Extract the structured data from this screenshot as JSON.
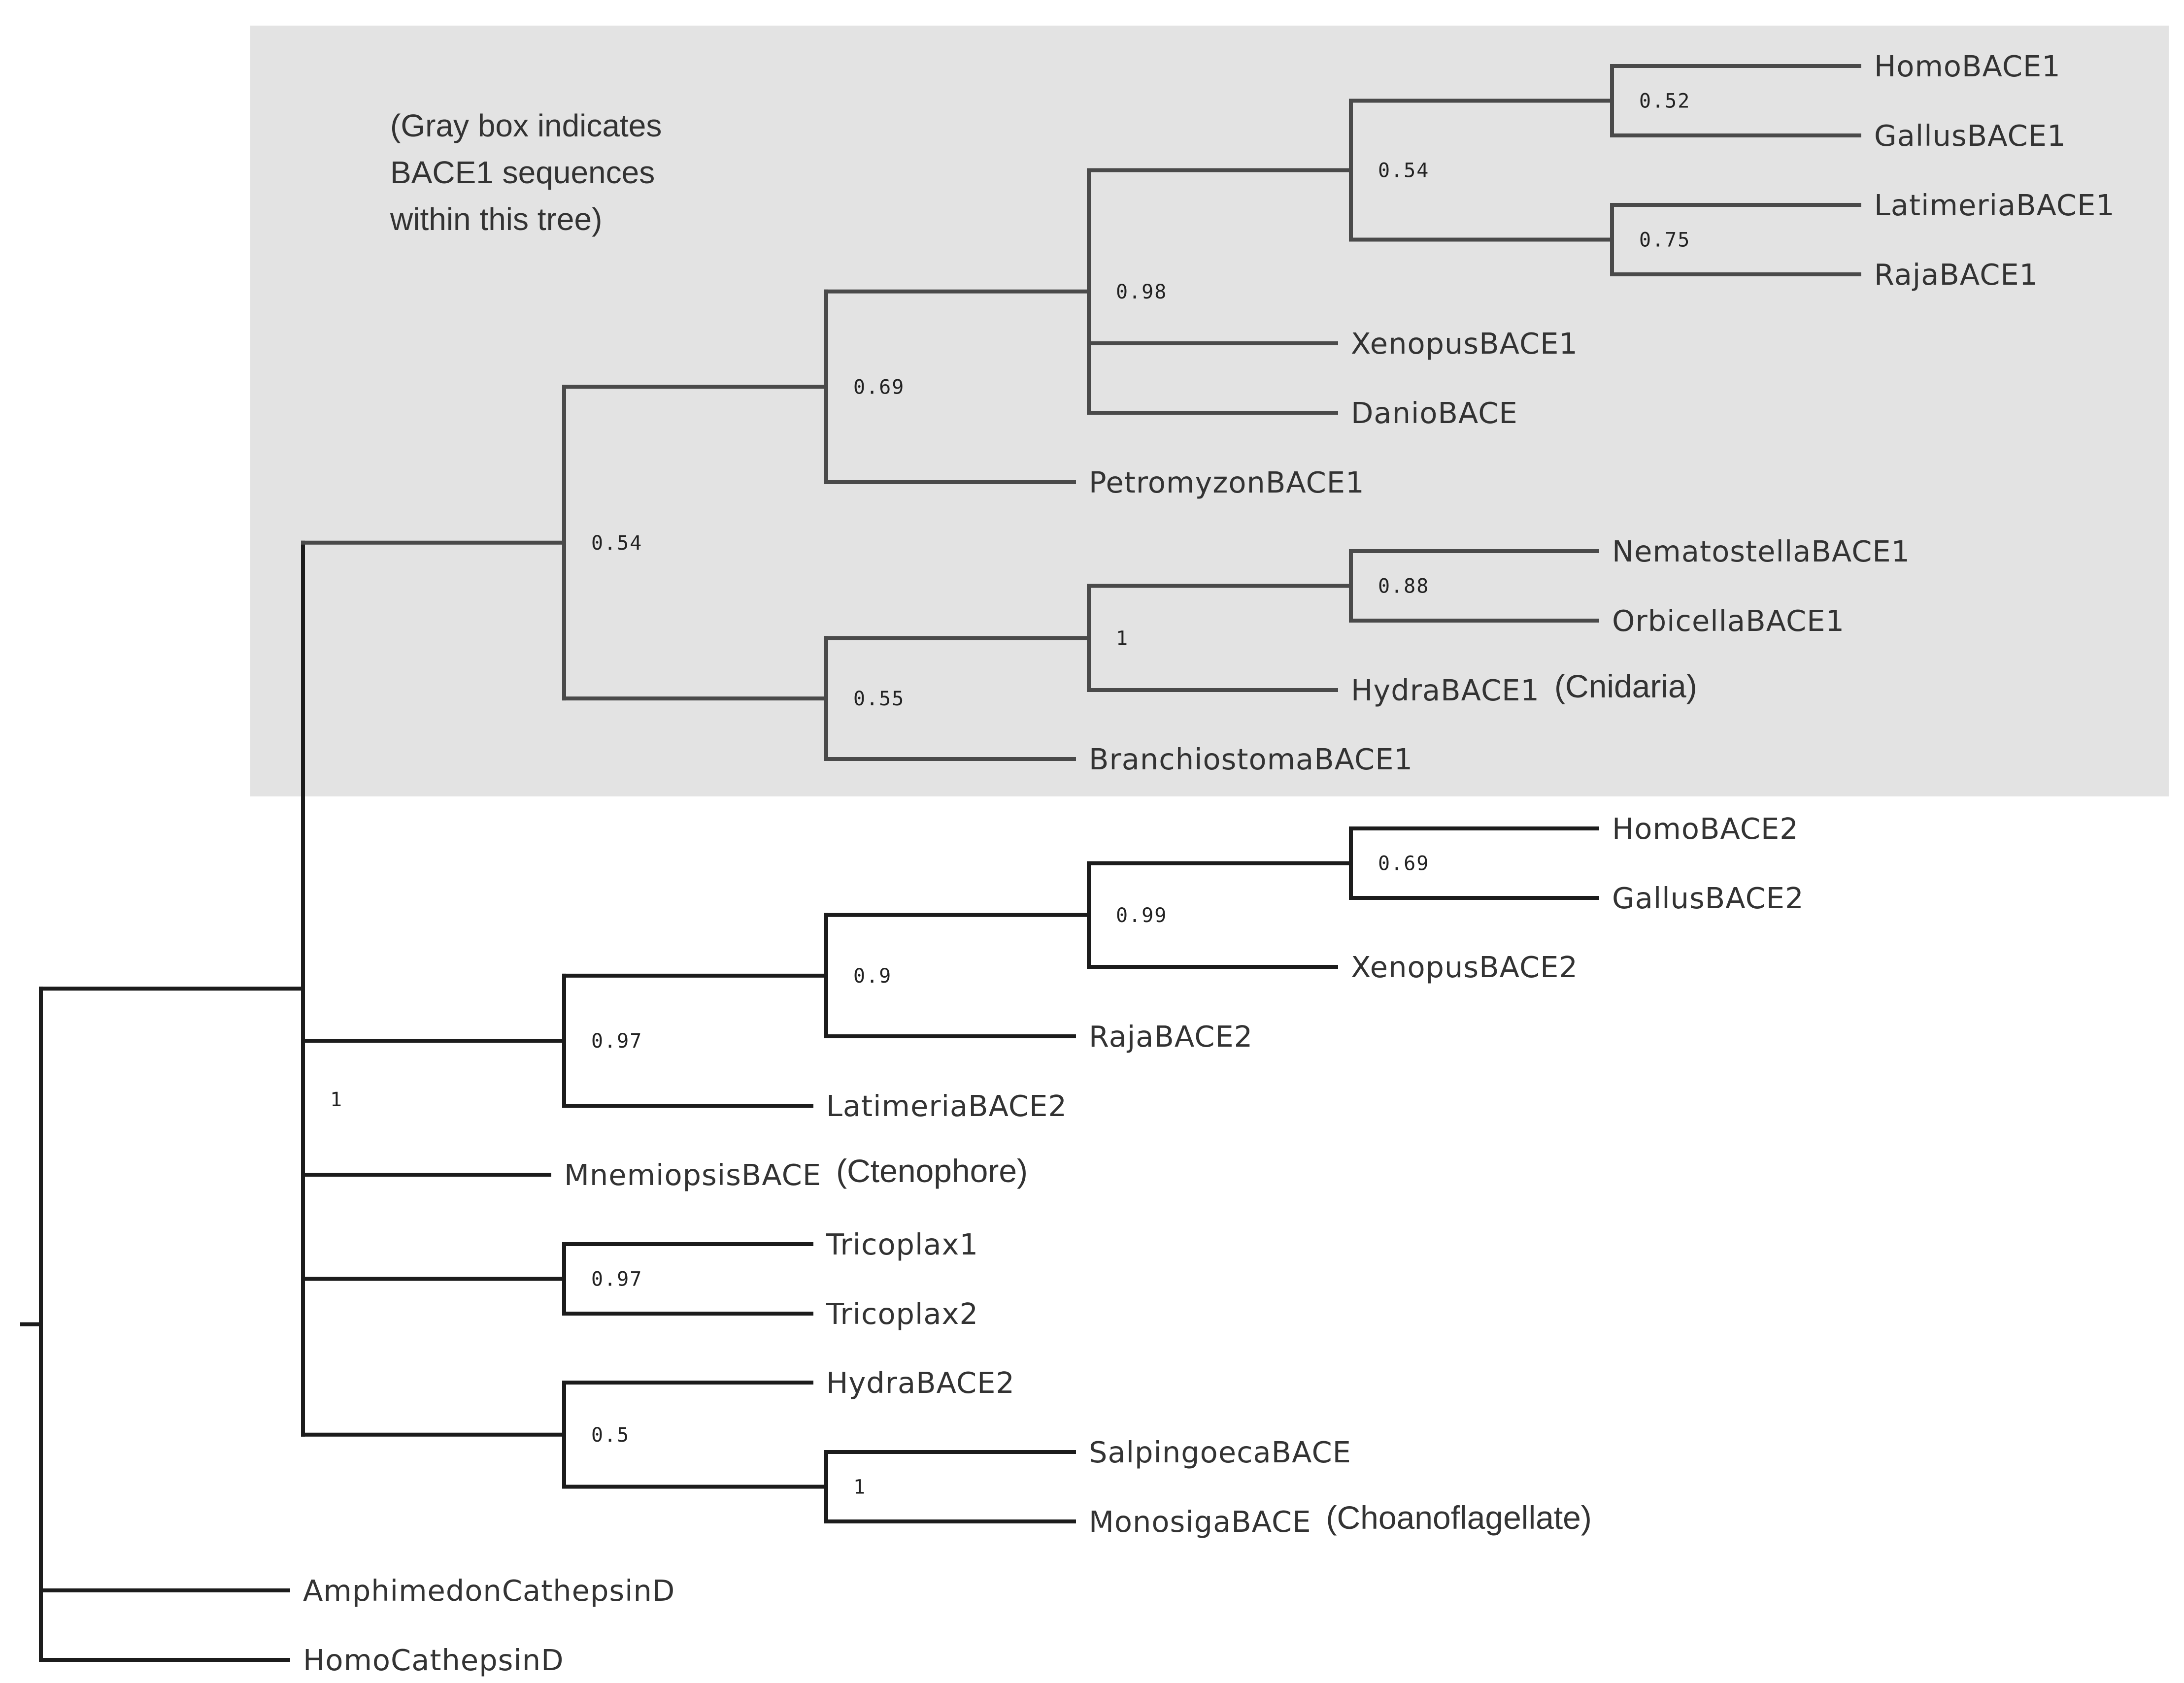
{
  "highlight": {
    "note_lines": [
      "(Gray box indicates",
      "BACE1 sequences",
      "within this tree)"
    ],
    "fill": "#e3e3e3"
  },
  "colors": {
    "branch": "#1c1c1c",
    "branch_in_box": "#4a4a4a",
    "text": "#333333"
  },
  "leaves": [
    {
      "id": "homobace1",
      "label": "HomoBACE1"
    },
    {
      "id": "gallusbace1",
      "label": "GallusBACE1"
    },
    {
      "id": "latimeriabace1",
      "label": "LatimeriaBACE1"
    },
    {
      "id": "rajabace1",
      "label": "RajaBACE1"
    },
    {
      "id": "xenopusbace1",
      "label": "XenopusBACE1"
    },
    {
      "id": "daniobace",
      "label": "DanioBACE"
    },
    {
      "id": "petromyzonbace1",
      "label": "PetromyzonBACE1"
    },
    {
      "id": "nematostellabace1",
      "label": "NematostellaBACE1"
    },
    {
      "id": "orbicellabace1",
      "label": "OrbicellaBACE1"
    },
    {
      "id": "hydrabace1",
      "label": "HydraBACE1",
      "caption": "(Cnidaria)"
    },
    {
      "id": "branchiostomabace1",
      "label": "BranchiostomaBACE1"
    },
    {
      "id": "homobace2",
      "label": "HomoBACE2"
    },
    {
      "id": "gallusbace2",
      "label": "GallusBACE2"
    },
    {
      "id": "xenopusbace2",
      "label": "XenopusBACE2"
    },
    {
      "id": "rajabace2",
      "label": "RajaBACE2"
    },
    {
      "id": "latimeriabace2",
      "label": "LatimeriaBACE2"
    },
    {
      "id": "mnemiopsisbace",
      "label": "MnemiopsisBACE",
      "caption": "(Ctenophore)"
    },
    {
      "id": "tricoplax1",
      "label": "Tricoplax1"
    },
    {
      "id": "tricoplax2",
      "label": "Tricoplax2"
    },
    {
      "id": "hydrabace2",
      "label": "HydraBACE2"
    },
    {
      "id": "salpingoecabace",
      "label": "SalpingoecaBACE"
    },
    {
      "id": "monosigabace",
      "label": "MonosigaBACE",
      "caption": "(Choanoflagellate)"
    },
    {
      "id": "amphimedoncathepsind",
      "label": "AmphimedonCathepsinD"
    },
    {
      "id": "homocathepsind",
      "label": "HomoCathepsinD"
    }
  ],
  "nodes": [
    {
      "id": "n-homo-gallus-bace1",
      "support": "0.52"
    },
    {
      "id": "n-latimeria-raja-bace1",
      "support": "0.75"
    },
    {
      "id": "n-tetrapod-bace1",
      "support": "0.54"
    },
    {
      "id": "n-vertebrate-bace1",
      "support": "0.98"
    },
    {
      "id": "n-with-petromyzon",
      "support": "0.69"
    },
    {
      "id": "n-bace1-clade",
      "support": "0.54"
    },
    {
      "id": "n-nematostella-orbicella",
      "support": "0.88"
    },
    {
      "id": "n-cnidaria-bace1",
      "support": "1"
    },
    {
      "id": "n-with-branchiostoma",
      "support": "0.55"
    },
    {
      "id": "n-homo-gallus-bace2",
      "support": "0.69"
    },
    {
      "id": "n-with-xenopus-bace2",
      "support": "0.99"
    },
    {
      "id": "n-with-raja-bace2",
      "support": "0.9"
    },
    {
      "id": "n-bace2-clade",
      "support": "0.97"
    },
    {
      "id": "n-bace-clade",
      "support": "1"
    },
    {
      "id": "n-tricoplax",
      "support": "0.97"
    },
    {
      "id": "n-choanoflagellate",
      "support": "1"
    },
    {
      "id": "n-hydra2-choano",
      "support": "0.5"
    },
    {
      "id": "n-root",
      "support": ""
    }
  ]
}
